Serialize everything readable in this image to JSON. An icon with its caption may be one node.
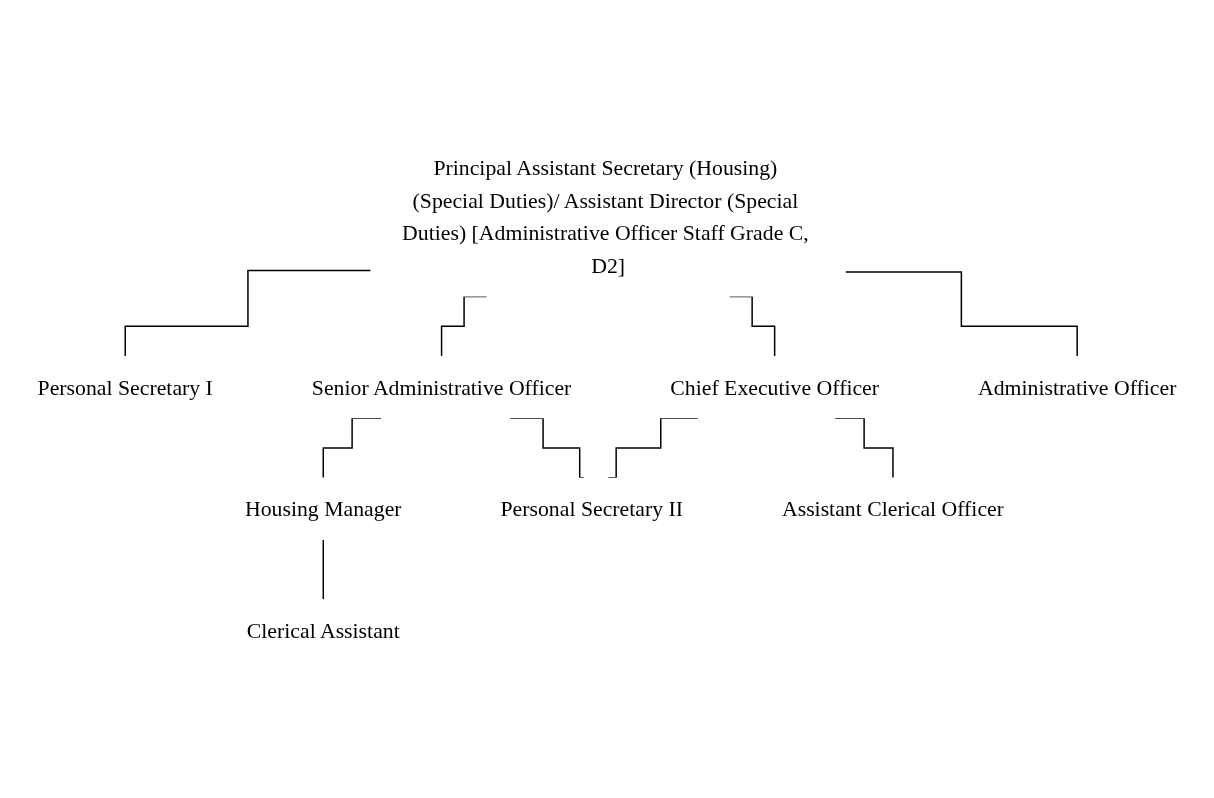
{
  "diagram": {
    "nodes": [
      {
        "text": [
          "Principal Assistant Secretary (Housing) (Special Duties)/ Assistant Director (Special Duties) [Administrative Officer Staff Grade C, D2]"
        ]
      },
      {
        "text": [
          "Personal Secretary I"
        ]
      },
      {
        "text": [
          "Senior Administrative Officer"
        ]
      },
      {
        "text": [
          "Chief Executive Officer"
        ]
      },
      {
        "text": [
          "Administrative Officer"
        ]
      },
      {
        "text": [
          "Housing Manager"
        ]
      },
      {
        "text": [
          "Personal Secretary II"
        ]
      },
      {
        "text": [
          "Clerical Assistant"
        ]
      },
      {
        "text": [
          "Assistant Clerical Officer"
        ]
      }
    ],
    "edges": [
      {
        "from": 0,
        "to": 1,
        "arrow": "none"
      },
      {
        "from": 0,
        "to": 2,
        "arrow": "none"
      },
      {
        "from": 0,
        "to": 3,
        "arrow": "none"
      },
      {
        "from": 0,
        "to": 4,
        "arrow": "none"
      },
      {
        "from": 2,
        "to": 5,
        "arrow": "none"
      },
      {
        "from": 2,
        "to": 6,
        "arrow": "none"
      },
      {
        "from": 3,
        "to": 6,
        "arrow": "none"
      },
      {
        "from": 5,
        "to": 7,
        "arrow": "none"
      },
      {
        "from": 3,
        "to": 8,
        "arrow": "none"
      }
    ]
  }
}
